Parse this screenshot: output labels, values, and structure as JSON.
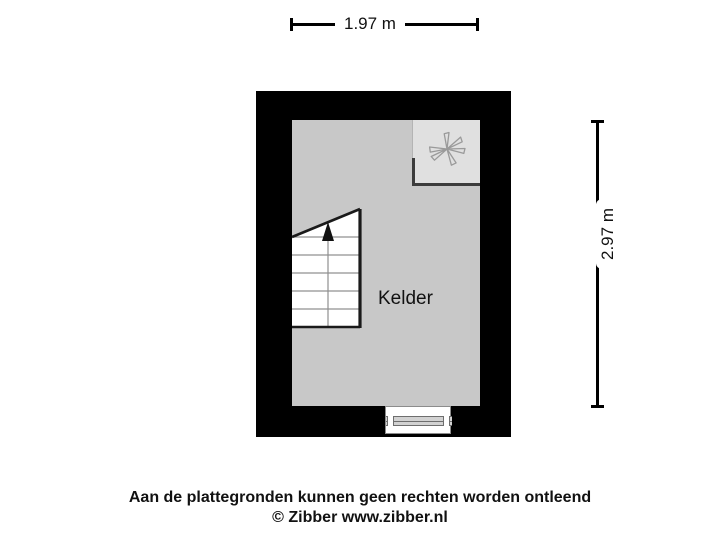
{
  "plan": {
    "title": "Kelder floor plan",
    "room_label": "Kelder",
    "colors": {
      "wall": "#000000",
      "floor": "#c8c8c8",
      "closet_fill": "#e0e0e0",
      "stair_fill": "#ffffff",
      "stair_line": "#808080",
      "stair_edge": "#1a1a1a",
      "background": "#ffffff",
      "text": "#111111"
    },
    "dimensions": {
      "width": {
        "label": "1.97 m",
        "value": 1.97,
        "unit": "m",
        "orientation": "horizontal",
        "position": "top"
      },
      "height": {
        "label": "2.97 m",
        "value": 2.97,
        "unit": "m",
        "orientation": "vertical",
        "position": "right"
      }
    },
    "features": [
      {
        "name": "staircase",
        "icon": "stairs-up-arrow-icon",
        "steps": 5,
        "direction": "up"
      },
      {
        "name": "ventilation-closet",
        "icon": "fan-icon",
        "blades": 6
      },
      {
        "name": "window",
        "icon": "window-icon",
        "wall": "bottom"
      }
    ]
  },
  "footer": {
    "disclaimer": "Aan de plattegronden kunnen geen rechten worden ontleend",
    "copyright": "© Zibber www.zibber.nl"
  }
}
